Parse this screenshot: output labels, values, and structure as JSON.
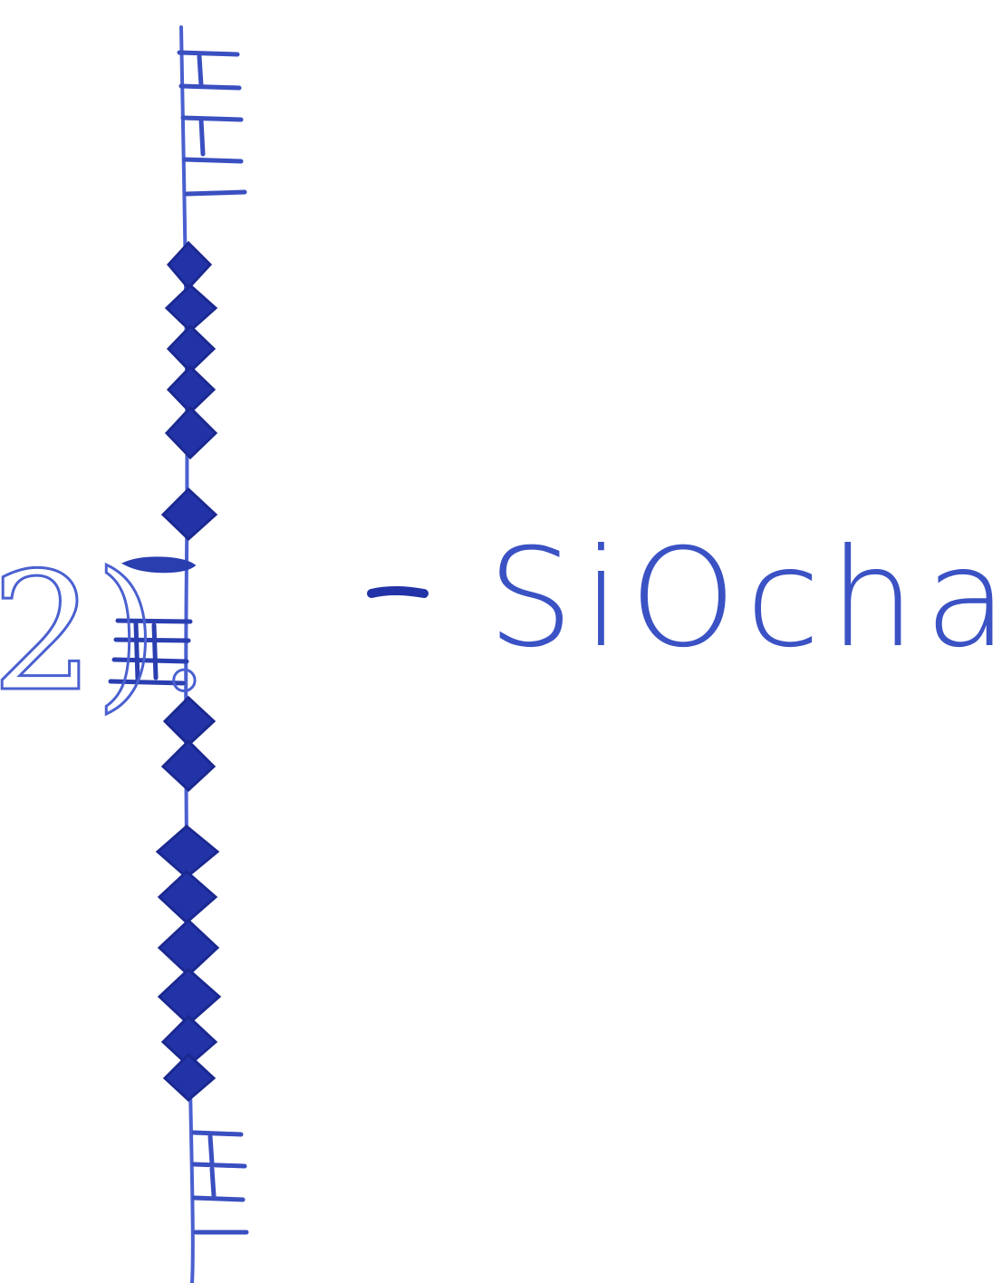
{
  "item": {
    "number": "2).",
    "label": "SiOchain",
    "dash": "-"
  },
  "colors": {
    "ink": "#2233a8",
    "ink_light": "#4a60d0",
    "paper": "#ffffff"
  },
  "chain": {
    "description_elements": [
      "bond-ticks",
      "filled-diamond-atoms",
      "vertical-backbone"
    ]
  }
}
